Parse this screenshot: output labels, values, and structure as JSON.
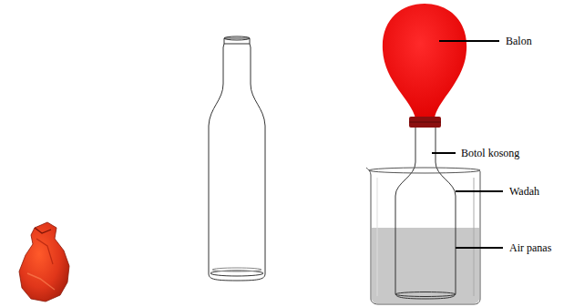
{
  "diagram": {
    "labels": [
      "Balon",
      "Botol kosong",
      "Wadah",
      "Air panas"
    ]
  }
}
